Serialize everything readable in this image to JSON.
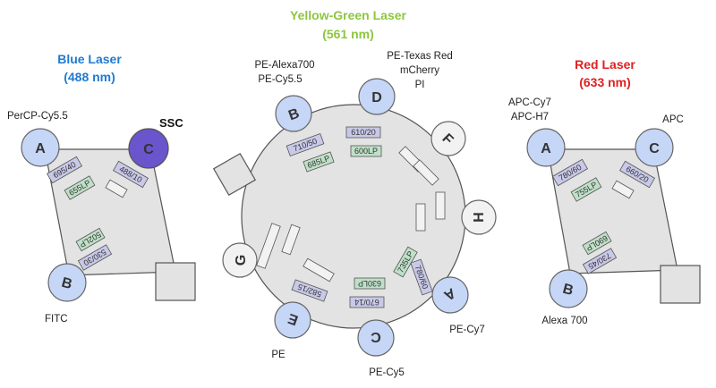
{
  "blue_laser": {
    "title_line1": "Blue Laser",
    "title_line2": "(488 nm)",
    "color": "#1f7bd1",
    "detectors": {
      "a": "A",
      "b": "B",
      "c": "C"
    },
    "labels": {
      "percp": "PerCP-Cy5.5",
      "ssc": "SSC",
      "fitc": "FITC"
    },
    "filters": {
      "f1": "695/40",
      "f2": "655LP",
      "f3": "488/10",
      "f4": "502LP",
      "f5": "530/30"
    }
  },
  "yellow_green_laser": {
    "title_line1": "Yellow-Green Laser",
    "title_line2": "(561 nm)",
    "color": "#8dc63f",
    "detectors": {
      "a": "A",
      "b": "B",
      "c": "C",
      "d": "D",
      "e": "E",
      "f": "F",
      "g": "G",
      "h": "H"
    },
    "labels": {
      "b_line1": "PE-Alexa700",
      "b_line2": "PE-Cy5.5",
      "d_line1": "PE-Texas Red",
      "d_line2": "mCherry",
      "d_line3": "PI",
      "a": "PE-Cy7",
      "c": "PE-Cy5",
      "e": "PE"
    },
    "filters": {
      "f1": "710/50",
      "f2": "685LP",
      "f3": "610/20",
      "f4": "600LP",
      "f5": "735LP",
      "f6": "780/60",
      "f7": "630LP",
      "f8": "670/14",
      "f9": "582/15"
    }
  },
  "red_laser": {
    "title_line1": "Red Laser",
    "title_line2": "(633 nm)",
    "color": "#e02020",
    "detectors": {
      "a": "A",
      "b": "B",
      "c": "C"
    },
    "labels": {
      "a_line1": "APC-Cy7",
      "a_line2": "APC-H7",
      "c": "APC",
      "b": "Alexa 700"
    },
    "filters": {
      "f1": "780/60",
      "f2": "755LP",
      "f3": "660/20",
      "f4": "690LP",
      "f5": "730/45"
    }
  },
  "colors": {
    "detector_fill": "#c5d6f7",
    "ssc_fill": "#6a55cc",
    "body_fill": "#e3e3e3",
    "bp_filter_fill": "#c8c8e8",
    "lp_filter_fill": "#bfe0c8",
    "empty_circle_fill": "#f2f2f2"
  }
}
